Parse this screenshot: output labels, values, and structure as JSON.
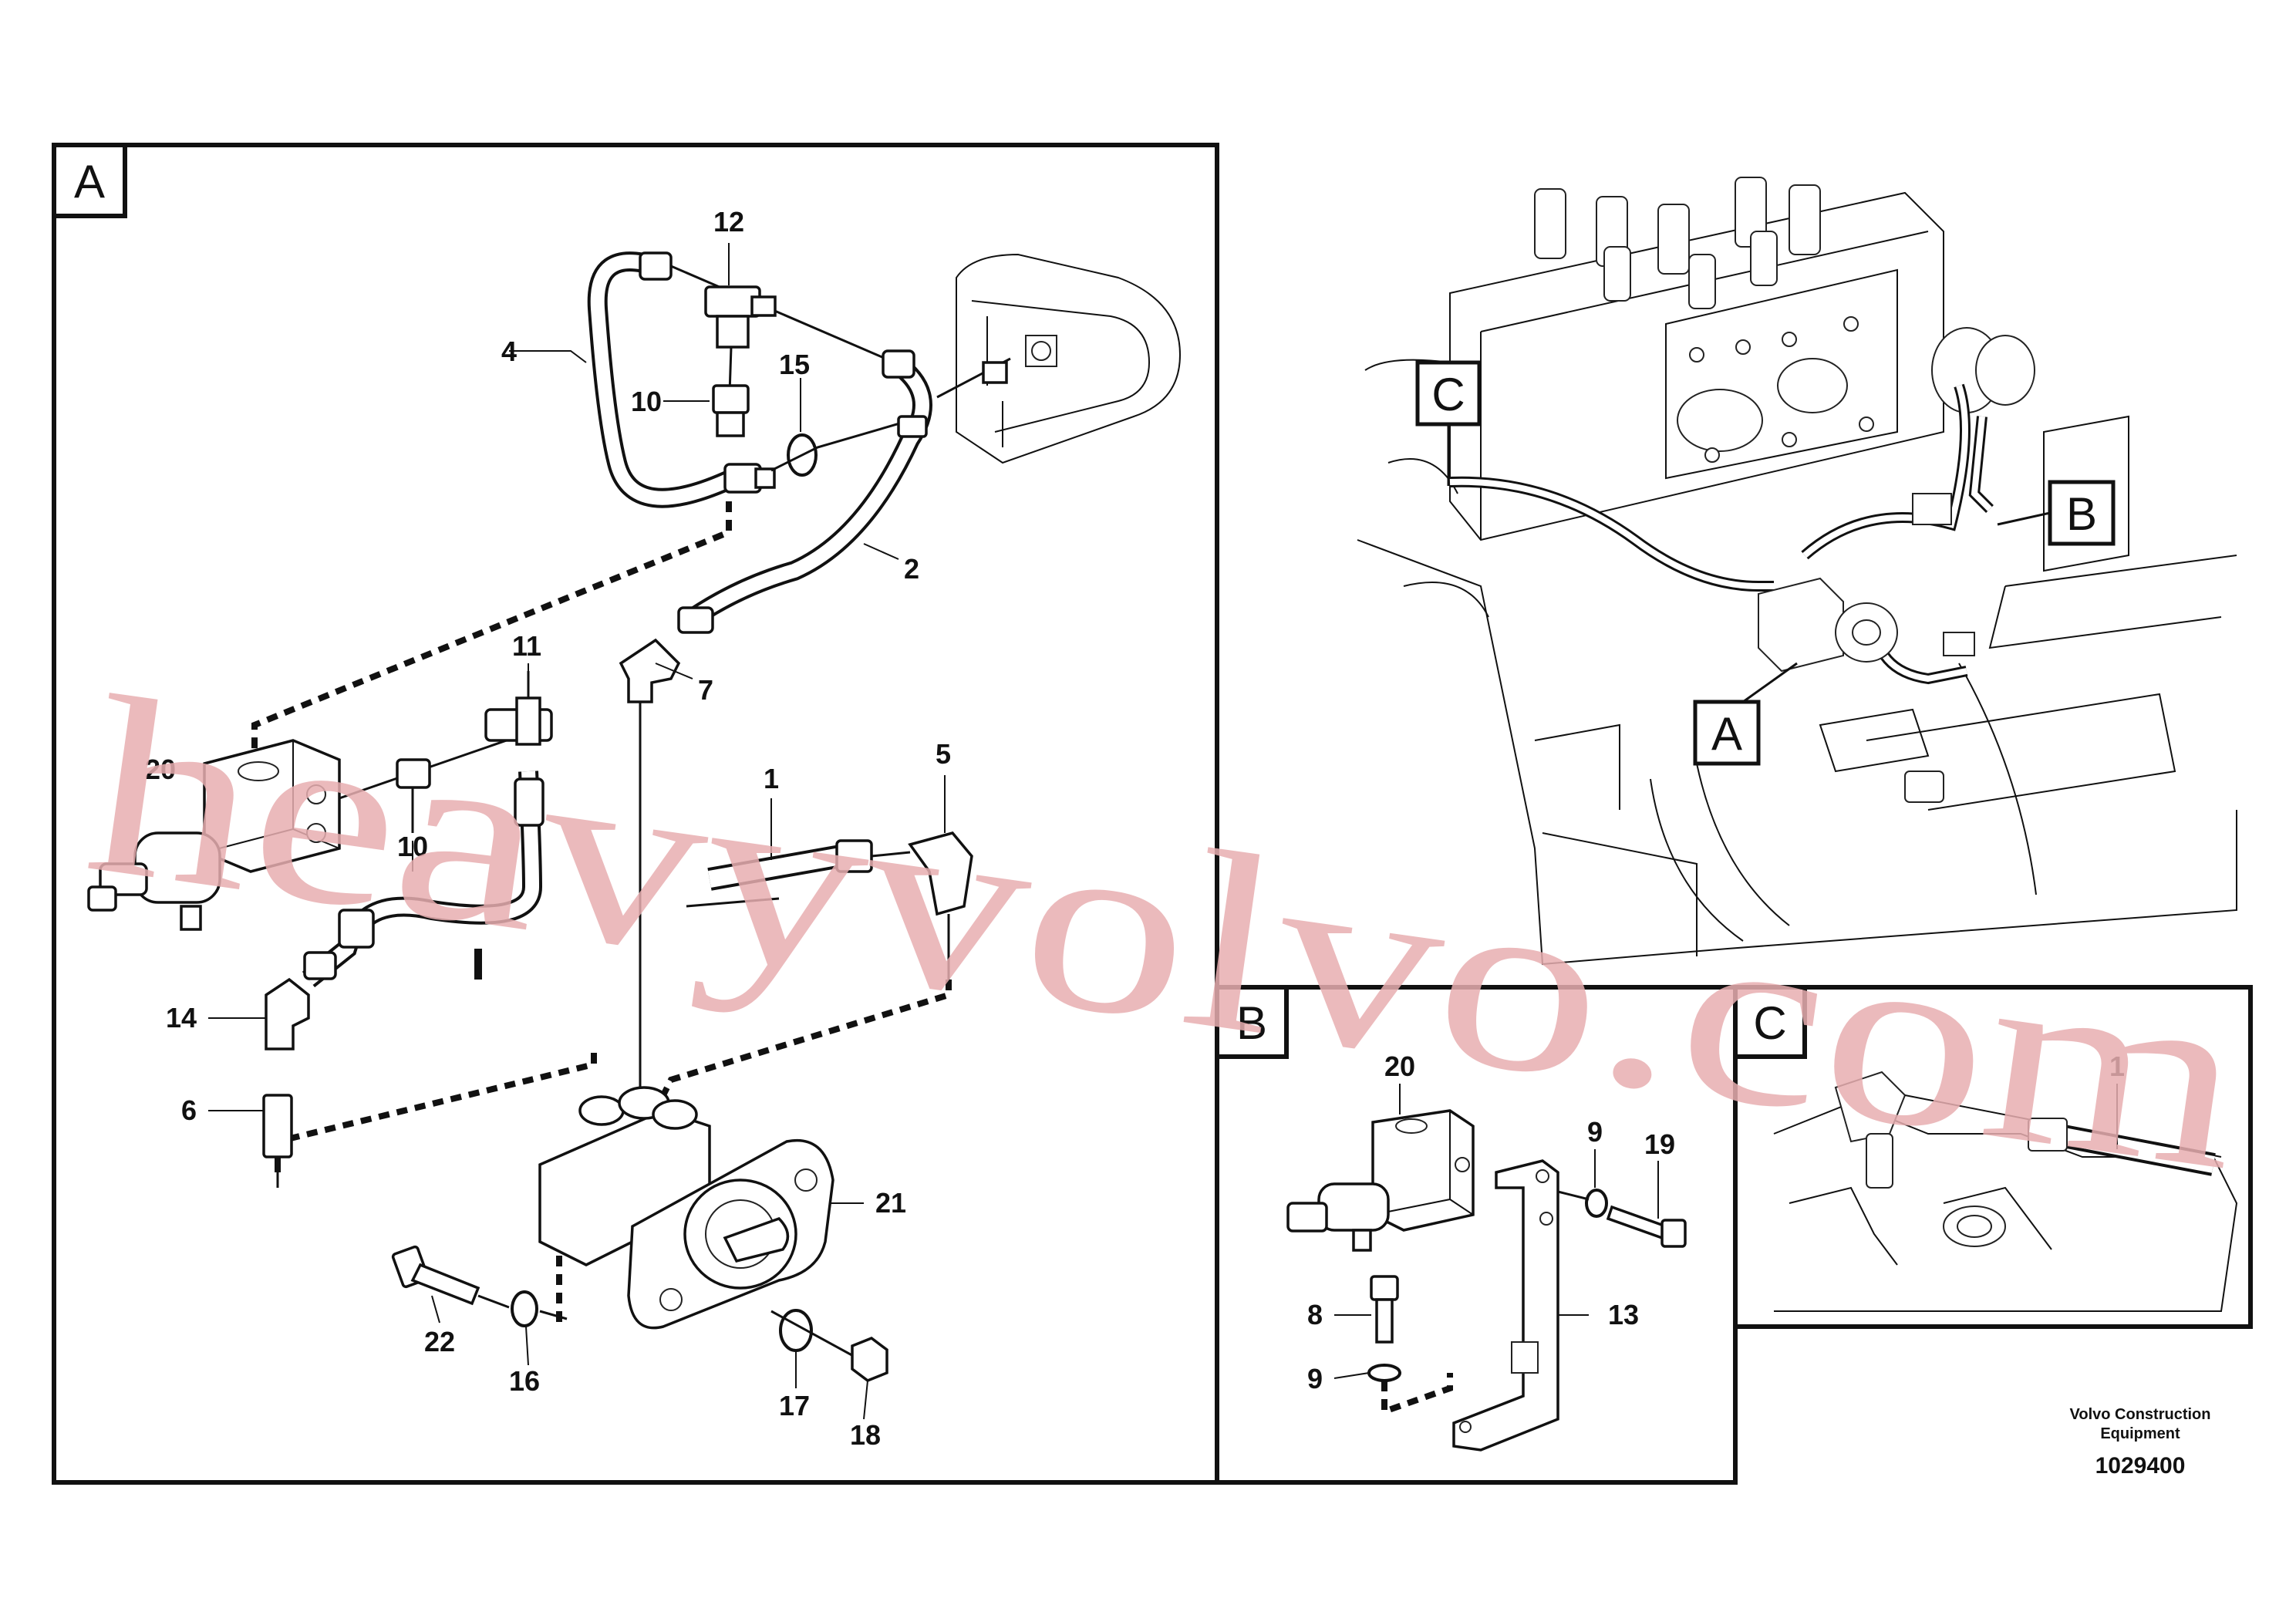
{
  "panels": {
    "a": {
      "letter": "A"
    },
    "b": {
      "letter": "B"
    },
    "c": {
      "letter": "C"
    }
  },
  "overview_labels": {
    "a": "A",
    "b": "B",
    "c": "C"
  },
  "callouts_a": {
    "p1": "1",
    "p2": "2",
    "p4": "4",
    "p5": "5",
    "p6": "6",
    "p7": "7",
    "p10a": "10",
    "p10b": "10",
    "p11": "11",
    "p12": "12",
    "p14": "14",
    "p15": "15",
    "p16": "16",
    "p17": "17",
    "p18": "18",
    "p20": "20",
    "p21": "21",
    "p22": "22"
  },
  "callouts_b": {
    "p20": "20",
    "p9a": "9",
    "p19": "19",
    "p8": "8",
    "p9b": "9",
    "p13": "13"
  },
  "callouts_c": {
    "p1": "1"
  },
  "footer": {
    "brand_line1": "Volvo Construction",
    "brand_line2": "Equipment",
    "drawing_number": "1029400"
  },
  "watermark": "heavyvolvo.com"
}
